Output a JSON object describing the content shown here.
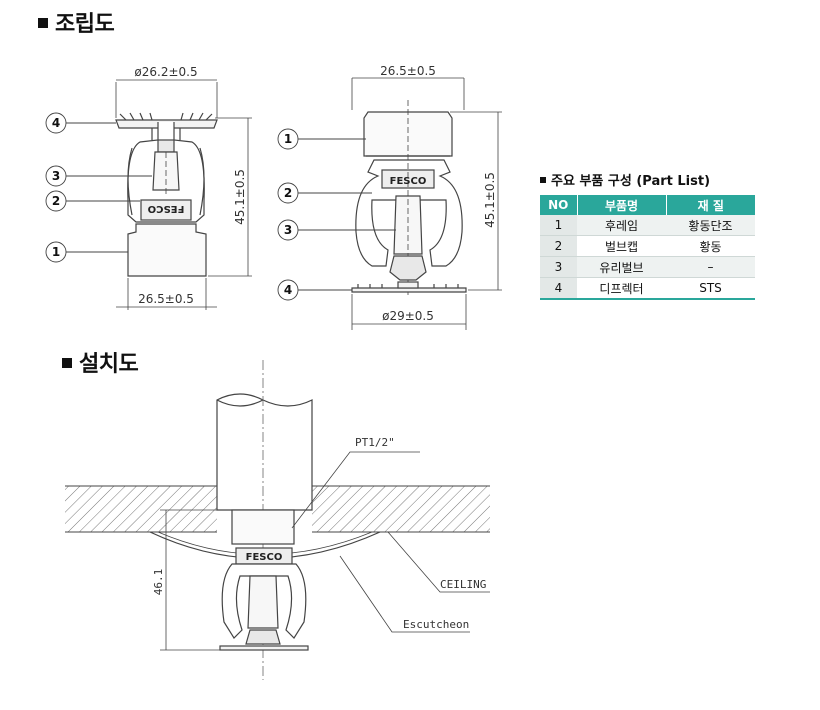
{
  "headings": {
    "assembly": "조립도",
    "install": "설치도"
  },
  "dimensions": {
    "top_diameter": "ø26.2±0.5",
    "bottom_width_left": "26.5±0.5",
    "height_left": "45.1±0.5",
    "top_width_right": "26.5±0.5",
    "height_right": "45.1±0.5",
    "deflector_diameter": "ø29±0.5",
    "install_height": "46.1"
  },
  "callouts": {
    "left": [
      "4",
      "3",
      "2",
      "1"
    ],
    "right": [
      "1",
      "2",
      "3",
      "4"
    ]
  },
  "brand": "FESCO",
  "install_labels": {
    "thread": "PT1/2\"",
    "ceiling": "CEILING",
    "escutcheon": "Escutcheon"
  },
  "part_list": {
    "title": "주요 부품 구성 (Part List)",
    "headers": [
      "NO",
      "부품명",
      "재  질"
    ],
    "rows": [
      {
        "no": "1",
        "name": "후레임",
        "material": "황동단조"
      },
      {
        "no": "2",
        "name": "벌브캡",
        "material": "황동"
      },
      {
        "no": "3",
        "name": "유리벌브",
        "material": "–"
      },
      {
        "no": "4",
        "name": "디프렉터",
        "material": "STS"
      }
    ]
  },
  "colors": {
    "table_header": "#2aa79b",
    "line": "#555555"
  }
}
